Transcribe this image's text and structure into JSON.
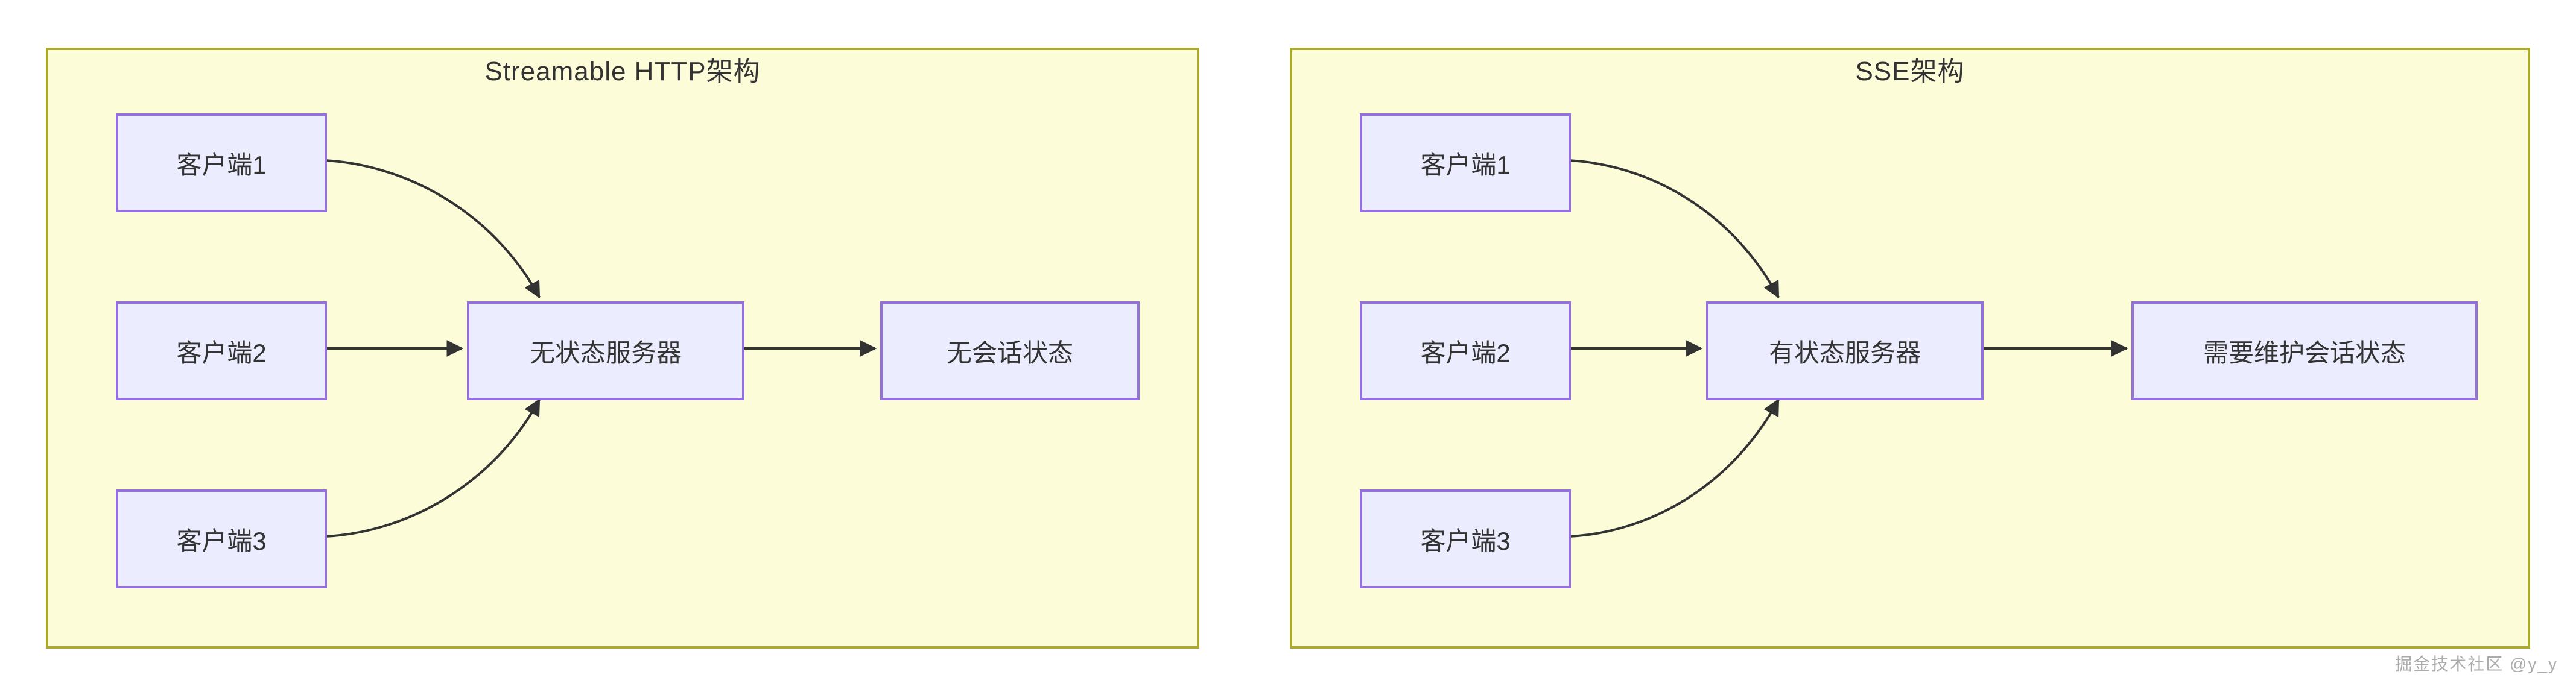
{
  "watermark": {
    "text": "掘金技术社区 @y_y"
  },
  "colors": {
    "page_background": "#FFFFFF",
    "panel_fill": "#FCFCD9",
    "panel_border": "#AAAA33",
    "node_fill": "#ECECFF",
    "node_border": "#9370DB",
    "edge": "#333333",
    "text": "#333333",
    "watermark_text": "#ABABAB"
  },
  "diagram": {
    "left_panel": {
      "title": "Streamable HTTP架构",
      "clients": [
        "客户端1",
        "客户端2",
        "客户端3"
      ],
      "server": "无状态服务器",
      "result": "无会话状态"
    },
    "right_panel": {
      "title": "SSE架构",
      "clients": [
        "客户端1",
        "客户端2",
        "客户端3"
      ],
      "server": "有状态服务器",
      "result": "需要维护会话状态"
    }
  }
}
